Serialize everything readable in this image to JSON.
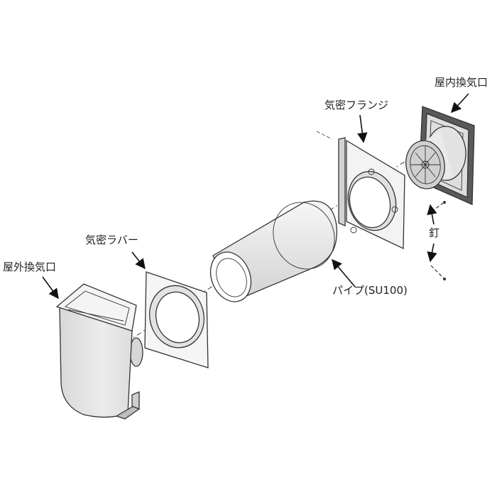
{
  "labels": {
    "indoor_vent": "屋内換気口",
    "airtight_flange": "気密フランジ",
    "nail": "釘",
    "airtight_rubber": "気密ラバー",
    "outdoor_vent": "屋外換気口",
    "pipe": "パイプ(SU100)"
  },
  "colors": {
    "line": "#333333",
    "part_fill": "#e6e6e6",
    "part_light": "#f2f2f2",
    "text": "#222222"
  }
}
